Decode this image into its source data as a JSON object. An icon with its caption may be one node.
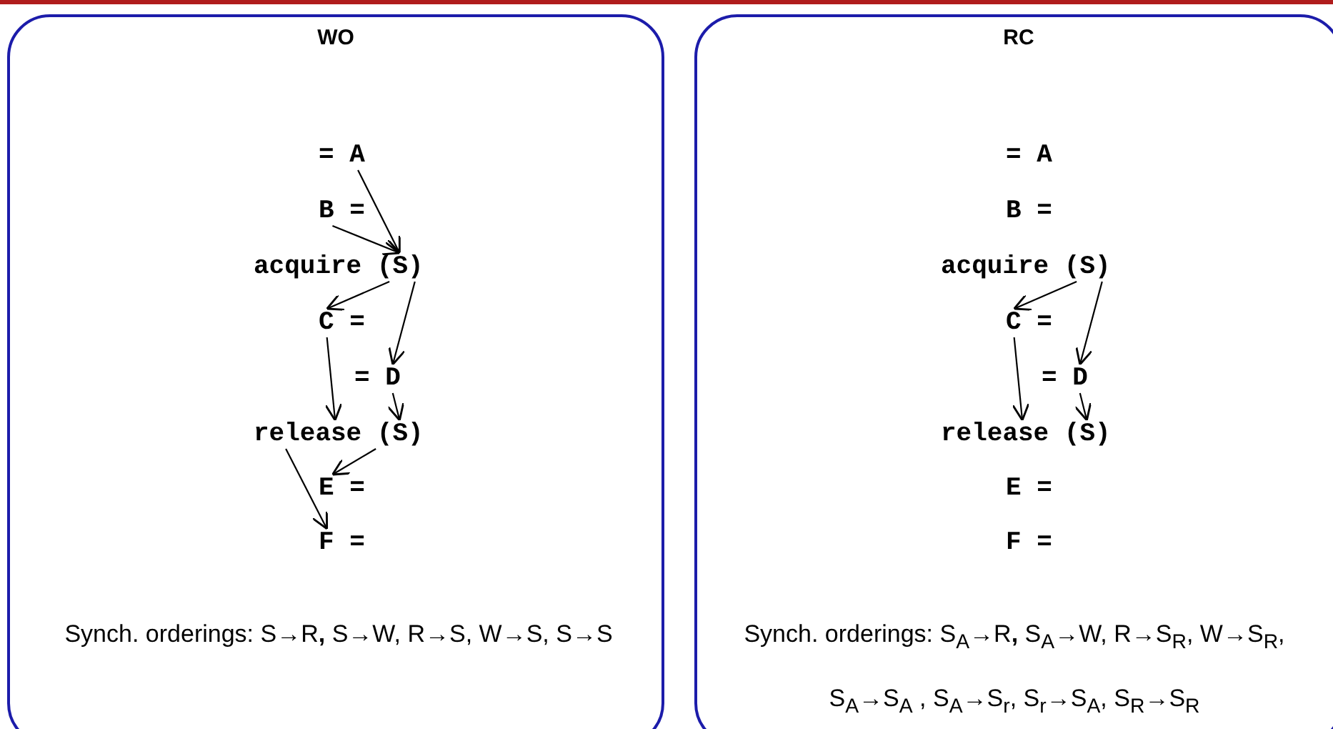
{
  "diagram": {
    "nodes": [
      {
        "text": [
          "WO",
          "Synch. orderings: S→R**,** S→W, R→S, W→S, S→S"
        ]
      },
      {
        "text": [
          "= A"
        ],
        "in": 0
      },
      {
        "text": [
          "B ="
        ],
        "in": 0
      },
      {
        "text": [
          "acquire (S)"
        ],
        "in": 0
      },
      {
        "text": [
          "C ="
        ],
        "in": 0
      },
      {
        "text": [
          "= D"
        ],
        "in": 0
      },
      {
        "text": [
          "release (S)"
        ],
        "in": 0
      },
      {
        "text": [
          "E ="
        ],
        "in": 0
      },
      {
        "text": [
          "F ="
        ],
        "in": 0
      },
      {
        "text": [
          "RC",
          "Synch. orderings: S$_{A}$→R**,** S$_{A}$→W, R→S$_{R}$, W→S$_{R}$, S$_{A}$→S$_{A}$ , S$_{A}$→S$_{r}$, S$_{r}$→S$_{A}$, S$_{R}$→S$_{R}$"
        ]
      },
      {
        "text": [
          "= A"
        ],
        "in": 9
      },
      {
        "text": [
          "B ="
        ],
        "in": 9
      },
      {
        "text": [
          "acquire (S)"
        ],
        "in": 9
      },
      {
        "text": [
          "C ="
        ],
        "in": 9
      },
      {
        "text": [
          "= D"
        ],
        "in": 9
      },
      {
        "text": [
          "release (S)"
        ],
        "in": 9
      },
      {
        "text": [
          "E ="
        ],
        "in": 9
      },
      {
        "text": [
          "F ="
        ],
        "in": 9
      }
    ],
    "edges": [
      {
        "from": 1,
        "to": 3,
        "arrow": "to"
      },
      {
        "from": 2,
        "to": 3,
        "arrow": "to"
      },
      {
        "from": 3,
        "to": 4,
        "arrow": "to"
      },
      {
        "from": 3,
        "to": 5,
        "arrow": "to"
      },
      {
        "from": 4,
        "to": 6,
        "arrow": "to"
      },
      {
        "from": 5,
        "to": 6,
        "arrow": "to"
      },
      {
        "from": 6,
        "to": 7,
        "arrow": "to"
      },
      {
        "from": 6,
        "to": 8,
        "arrow": "to"
      },
      {
        "from": 12,
        "to": 13,
        "arrow": "to"
      },
      {
        "from": 12,
        "to": 14,
        "arrow": "to"
      },
      {
        "from": 13,
        "to": 15,
        "arrow": "to"
      },
      {
        "from": 14,
        "to": 15,
        "arrow": "to"
      }
    ]
  }
}
